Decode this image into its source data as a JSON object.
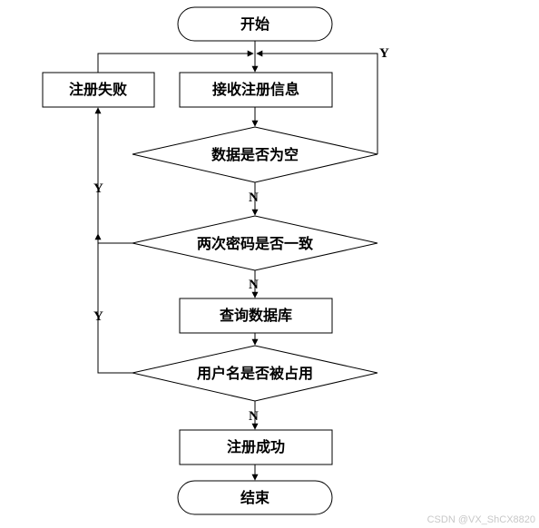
{
  "flowchart": {
    "start": "开始",
    "receive": "接收注册信息",
    "fail": "注册失败",
    "check_empty": "数据是否为空",
    "check_password": "两次密码是否一致",
    "query_db": "查询数据库",
    "check_taken": "用户名是否被占用",
    "success": "注册成功",
    "end": "结束",
    "label_yes": "Y",
    "label_no": "N"
  },
  "watermark": "CSDN @VX_ShCX8820"
}
